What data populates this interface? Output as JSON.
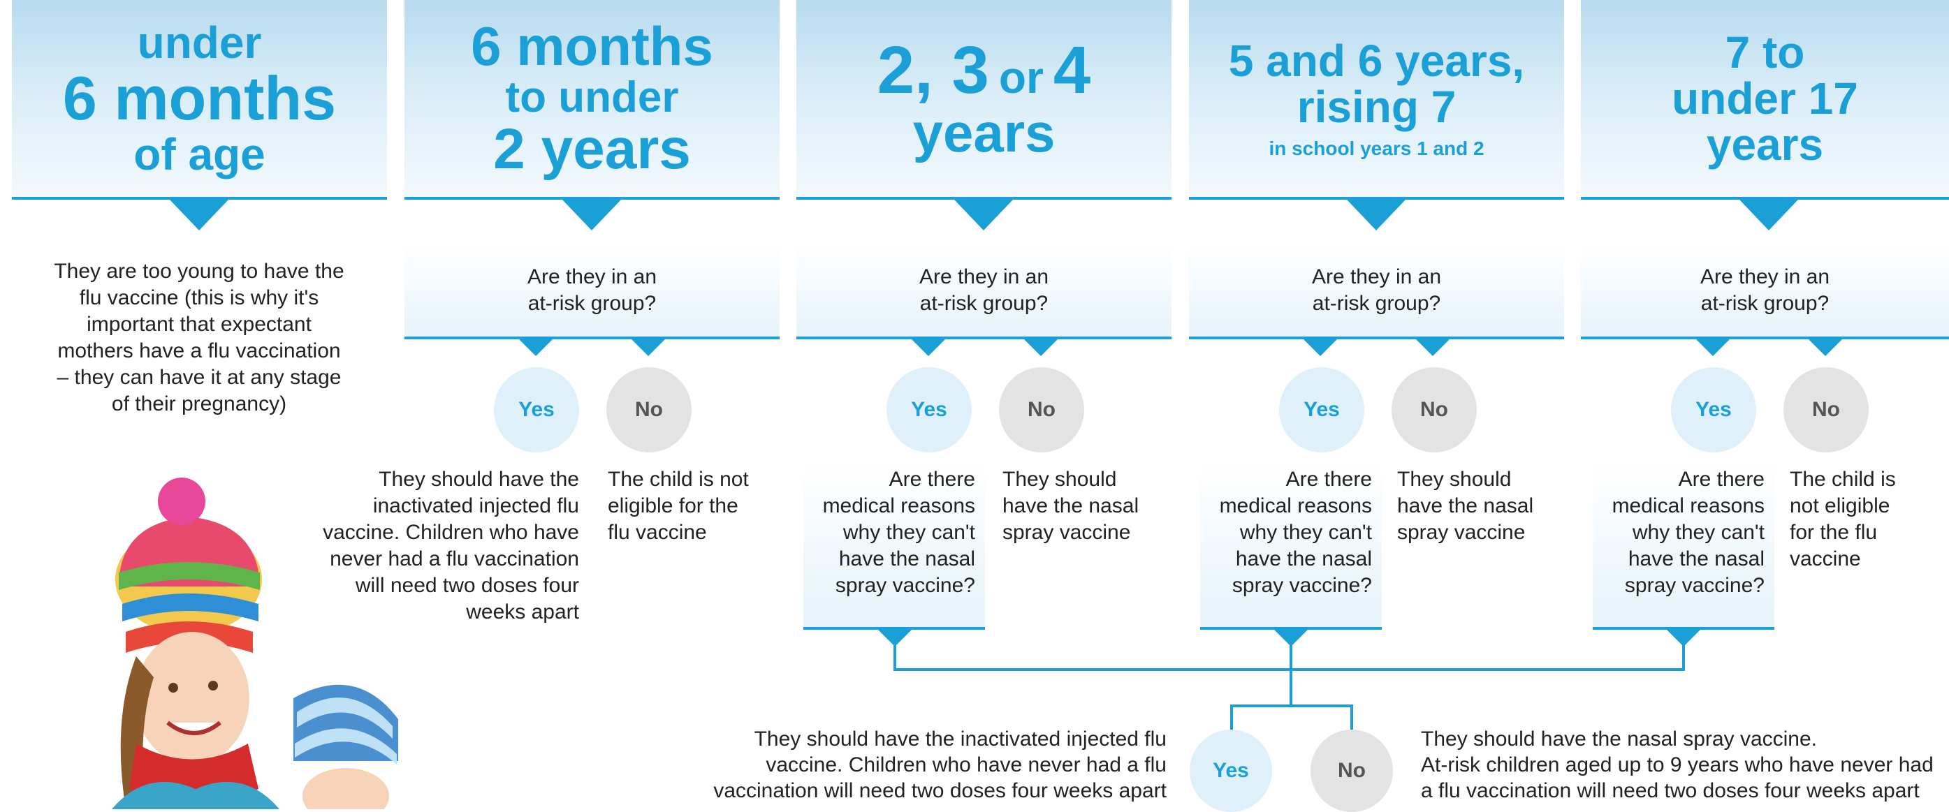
{
  "columns": [
    {
      "header_lines": [
        "under",
        "6 months",
        "of age"
      ],
      "description": "They are too young to have the flu vaccine (this is why it's important that expectant mothers have a flu vaccination – they can have it at any stage of their pregnancy)"
    },
    {
      "header_lines": [
        "6 months",
        "to under",
        "2 years"
      ],
      "question": "Are they in an at-risk group?",
      "yes_text": "They should have the inactivated injected flu vaccine. Children who have never had a flu vaccination will need two doses four weeks apart",
      "no_text": "The child is not eligible for the flu vaccine"
    },
    {
      "header_lines": [
        "2, 3",
        "or",
        "4",
        "years"
      ],
      "question": "Are they in an at-risk group?",
      "yes_text": "Are there medical reasons why they can't have the nasal spray vaccine?",
      "no_text": "They should have the nasal spray vaccine"
    },
    {
      "header_lines": [
        "5 and 6 years,",
        "rising 7",
        "in school years 1 and 2"
      ],
      "question": "Are they in an at-risk group?",
      "yes_text": "Are there medical reasons why they can't have the nasal spray vaccine?",
      "no_text": "They should have the nasal spray vaccine"
    },
    {
      "header_lines": [
        "7 to",
        "under 17",
        "years"
      ],
      "question": "Are they in an at-risk group?",
      "yes_text": "Are there medical reasons why they can't have the nasal spray vaccine?",
      "no_text": "The child is not eligible for the flu vaccine"
    }
  ],
  "labels": {
    "yes": "Yes",
    "no": "No"
  },
  "bottom": {
    "yes_text": "They should have the inactivated injected flu vaccine. Children who have never had a flu vaccination will need two doses four weeks apart",
    "no_line1": "They should have the nasal spray vaccine.",
    "no_line2": "At-risk children aged up to 9 years who have never had a flu vaccination will need two doses four weeks apart"
  },
  "colors": {
    "accent": "#1aa0d6",
    "yes_fill": "#dff0fa",
    "no_fill": "#e3e3e3"
  }
}
